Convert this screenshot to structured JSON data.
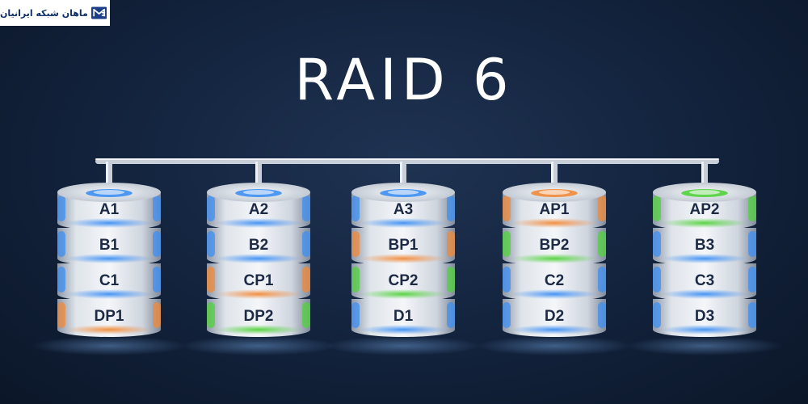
{
  "brand": {
    "text": "ماهان شبکه ایرانیان",
    "logo_icon": "mahan-network-logo-icon"
  },
  "title": "RAID 6",
  "colors": {
    "blue": "#3e8ff2",
    "orange": "#f08a3a",
    "green": "#52d13d",
    "label": "#1c2a44",
    "connector": "#c9cfd8"
  },
  "disks": [
    {
      "top": "blue",
      "blocks": [
        {
          "label": "A1",
          "color": "blue"
        },
        {
          "label": "B1",
          "color": "blue"
        },
        {
          "label": "C1",
          "color": "blue"
        },
        {
          "label": "DP1",
          "color": "orange"
        }
      ]
    },
    {
      "top": "blue",
      "blocks": [
        {
          "label": "A2",
          "color": "blue"
        },
        {
          "label": "B2",
          "color": "blue"
        },
        {
          "label": "CP1",
          "color": "orange"
        },
        {
          "label": "DP2",
          "color": "green"
        }
      ]
    },
    {
      "top": "blue",
      "blocks": [
        {
          "label": "A3",
          "color": "blue"
        },
        {
          "label": "BP1",
          "color": "orange"
        },
        {
          "label": "CP2",
          "color": "green"
        },
        {
          "label": "D1",
          "color": "blue"
        }
      ]
    },
    {
      "top": "orange",
      "blocks": [
        {
          "label": "AP1",
          "color": "orange"
        },
        {
          "label": "BP2",
          "color": "green"
        },
        {
          "label": "C2",
          "color": "blue"
        },
        {
          "label": "D2",
          "color": "blue"
        }
      ]
    },
    {
      "top": "green",
      "blocks": [
        {
          "label": "AP2",
          "color": "green"
        },
        {
          "label": "B3",
          "color": "blue"
        },
        {
          "label": "C3",
          "color": "blue"
        },
        {
          "label": "D3",
          "color": "blue"
        }
      ]
    }
  ]
}
